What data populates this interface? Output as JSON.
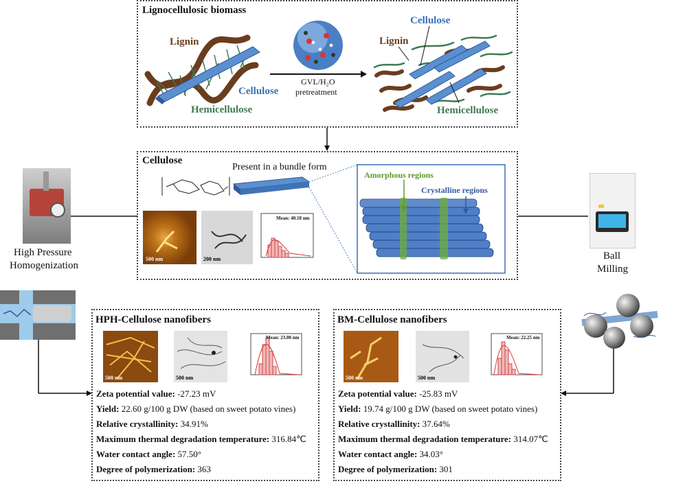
{
  "top": {
    "title": "Lignocellulosic biomass",
    "lignin_left": "Lignin",
    "cellulose_left": "Cellulose",
    "hemicellulose_left": "Hemicellulose",
    "arrow_label_1": "GVL/H₂O",
    "arrow_label_2": "pretreatment",
    "lignin_right": "Lignin",
    "cellulose_right": "Cellulose",
    "hemicellulose_right": "Hemicellulose"
  },
  "cellulose_box": {
    "title": "Cellulose",
    "bundle_text": "Present in a bundle form",
    "amorphous": "Amorphous regions",
    "crystalline": "Crystalline regions",
    "afm_scale": "500 nm",
    "tem_scale": "200 nm",
    "hist_mean": "Mean: 40.18 nm"
  },
  "left_process": {
    "line1": "High Pressure",
    "line2": "Homogenization"
  },
  "right_process": {
    "line1": "Ball",
    "line2": "Milling"
  },
  "hph": {
    "title": "HPH-Cellulose nanofibers",
    "afm_scale": "500 nm",
    "tem_scale": "500 nm",
    "hist_mean": "Mean: 23.00 nm",
    "props": [
      {
        "label": "Zeta potential value:",
        "value": " -27.23 mV"
      },
      {
        "label": "Yield:",
        "value": " 22.60 g/100 g DW  (based on sweet potato vines)"
      },
      {
        "label": "Relative crystallinity:",
        "value": " 34.91%"
      },
      {
        "label": "Maximum thermal degradation temperature:",
        "value": " 316.84℃"
      },
      {
        "label": "Water contact angle:",
        "value": " 57.50°"
      },
      {
        "label": "Degree of polymerization:",
        "value": " 363"
      }
    ]
  },
  "bm": {
    "title": "BM-Cellulose nanofibers",
    "afm_scale": "500 nm",
    "tem_scale": "500 nm",
    "hist_mean": "Mean: 22.25 nm",
    "props": [
      {
        "label": "Zeta potential value:",
        "value": " -25.83 mV"
      },
      {
        "label": "Yield:",
        "value": " 19.74 g/100 g DW  (based on sweet potato vines)"
      },
      {
        "label": "Relative crystallinity:",
        "value": " 37.64%"
      },
      {
        "label": "Maximum thermal degradation temperature:",
        "value": " 314.07℃"
      },
      {
        "label": "Water contact angle:",
        "value": " 34.03°"
      },
      {
        "label": "Degree of polymerization:",
        "value": " 301"
      }
    ]
  },
  "colors": {
    "lignin": "#6b3d1f",
    "cellulose": "#3a6fb5",
    "hemicellulose": "#3f7a52",
    "amorphous": "#5a9a2e",
    "box_border": "#444444"
  }
}
